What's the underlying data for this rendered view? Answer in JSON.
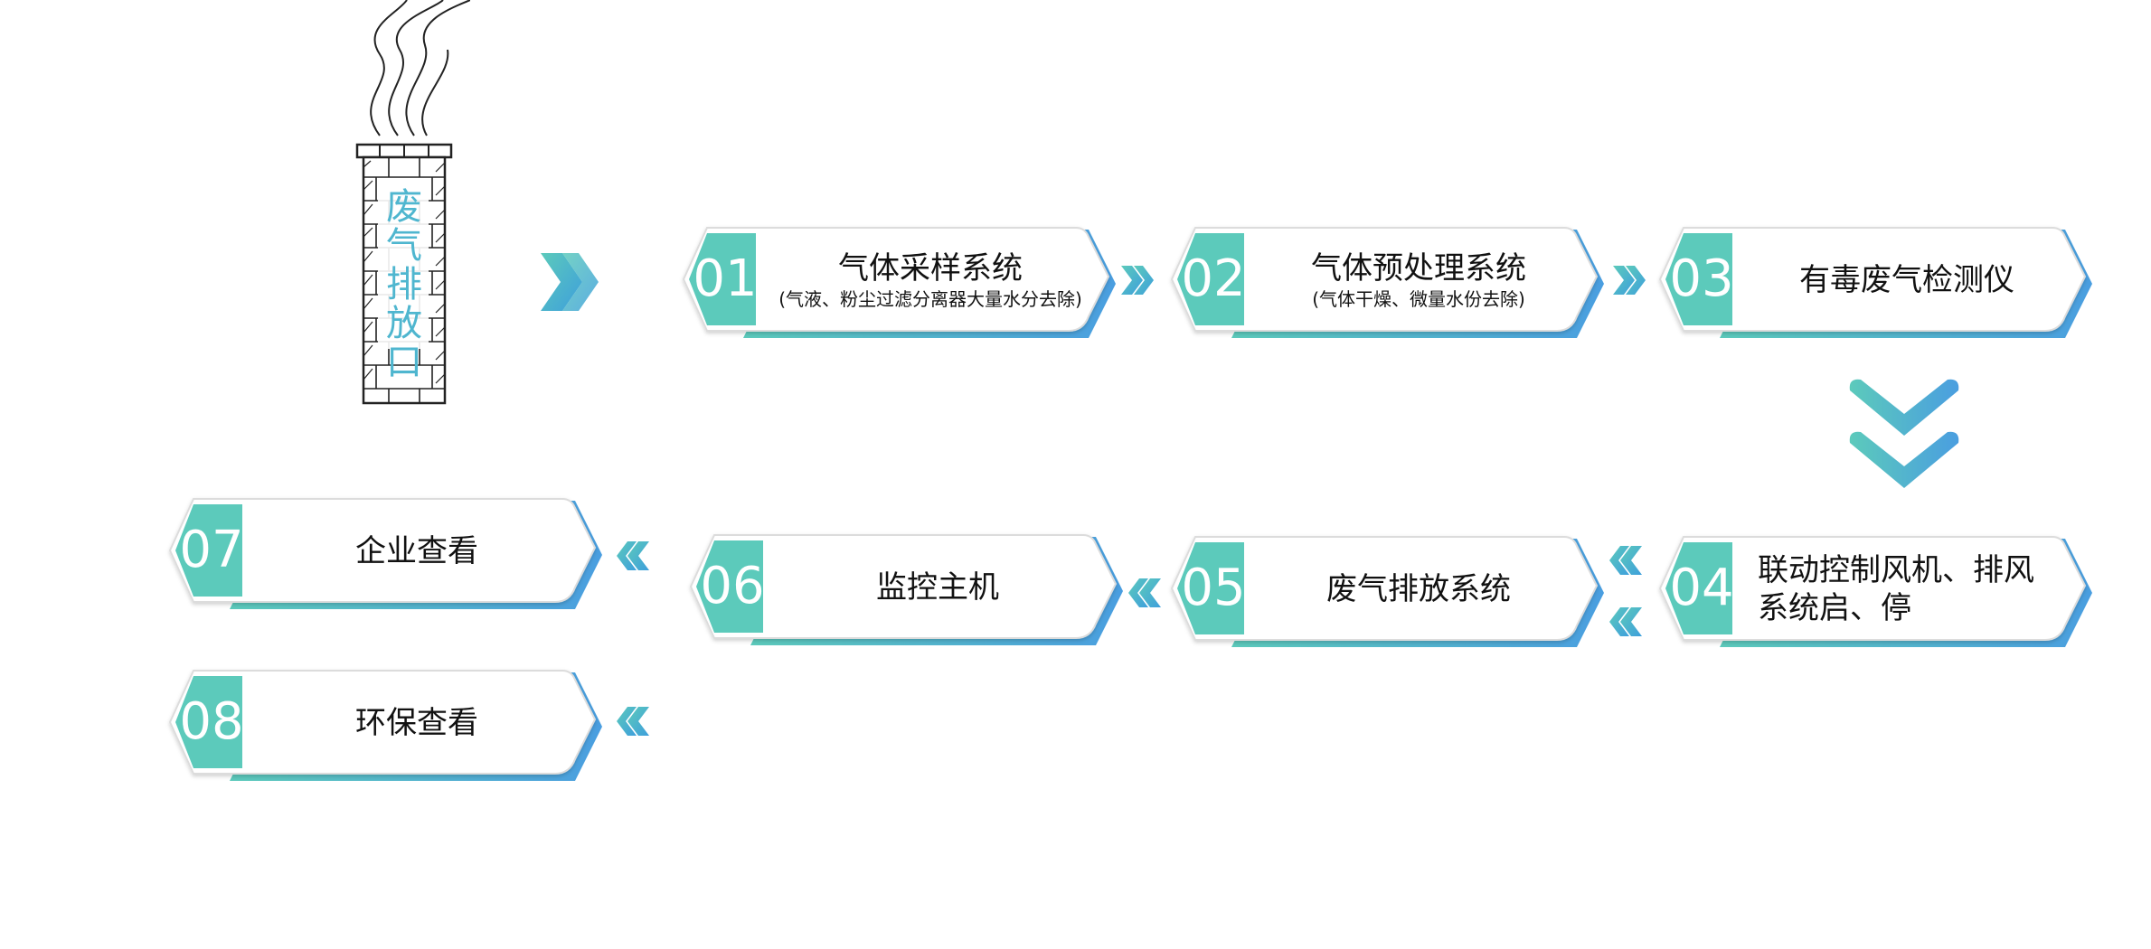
{
  "source": {
    "label": "废气排放口"
  },
  "steps": [
    {
      "num": "01",
      "title": "气体采样系统",
      "subtitle": "(气液、粉尘过滤分离器大量水分去除)"
    },
    {
      "num": "02",
      "title": "气体预处理系统",
      "subtitle": "(气体干燥、微量水份去除)"
    },
    {
      "num": "03",
      "title": "有毒废气检测仪",
      "subtitle": ""
    },
    {
      "num": "04",
      "title": "联动控制风机、排风系统启、停",
      "line1": "联动控制风机、排风",
      "line2": "系统启、停"
    },
    {
      "num": "05",
      "title": "废气排放系统"
    },
    {
      "num": "06",
      "title": "监控主机"
    },
    {
      "num": "07",
      "title": "企业查看"
    },
    {
      "num": "08",
      "title": "环保查看"
    }
  ],
  "colors": {
    "teal": "#5ccabb",
    "blue": "#4fa6dc",
    "label": "#4fb6cf"
  }
}
